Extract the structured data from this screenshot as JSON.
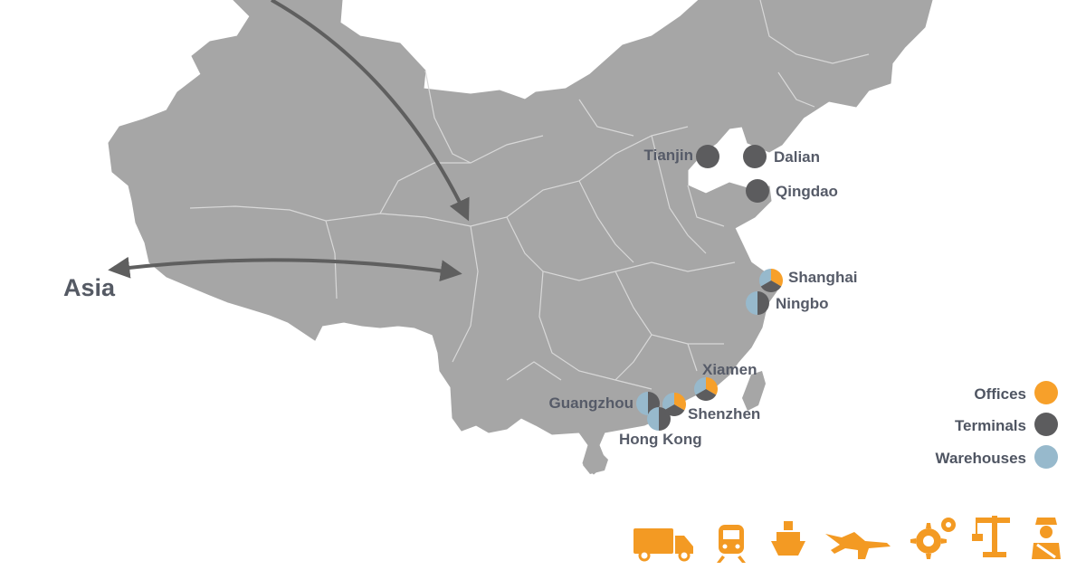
{
  "colors": {
    "land": "#a6a6a6",
    "border": "#d8d8d8",
    "offices": "#f7a02a",
    "terminals": "#5c5c5e",
    "warehouses": "#97b9cc",
    "arrow": "#5f5f5f",
    "icon": "#f39a23",
    "label": "#565b68"
  },
  "region_label": "Asia",
  "legend": [
    {
      "label": "Offices",
      "key": "offices"
    },
    {
      "label": "Terminals",
      "key": "terminals"
    },
    {
      "label": "Warehouses",
      "key": "warehouses"
    }
  ],
  "locations": [
    {
      "name": "Tianjin",
      "services": [
        "terminals"
      ]
    },
    {
      "name": "Dalian",
      "services": [
        "terminals"
      ]
    },
    {
      "name": "Qingdao",
      "services": [
        "terminals"
      ]
    },
    {
      "name": "Shanghai",
      "services": [
        "offices",
        "terminals",
        "warehouses"
      ]
    },
    {
      "name": "Ningbo",
      "services": [
        "terminals",
        "warehouses"
      ]
    },
    {
      "name": "Xiamen",
      "services": [
        "offices",
        "terminals",
        "warehouses"
      ]
    },
    {
      "name": "Shenzhen",
      "services": [
        "offices",
        "terminals",
        "warehouses"
      ]
    },
    {
      "name": "Guangzhou",
      "services": [
        "terminals",
        "warehouses"
      ]
    },
    {
      "name": "Hong Kong",
      "services": [
        "terminals",
        "warehouses"
      ]
    }
  ],
  "transport_icons": [
    "truck-icon",
    "train-icon",
    "ship-icon",
    "airplane-icon",
    "gears-icon",
    "crane-icon",
    "customs-officer-icon"
  ]
}
